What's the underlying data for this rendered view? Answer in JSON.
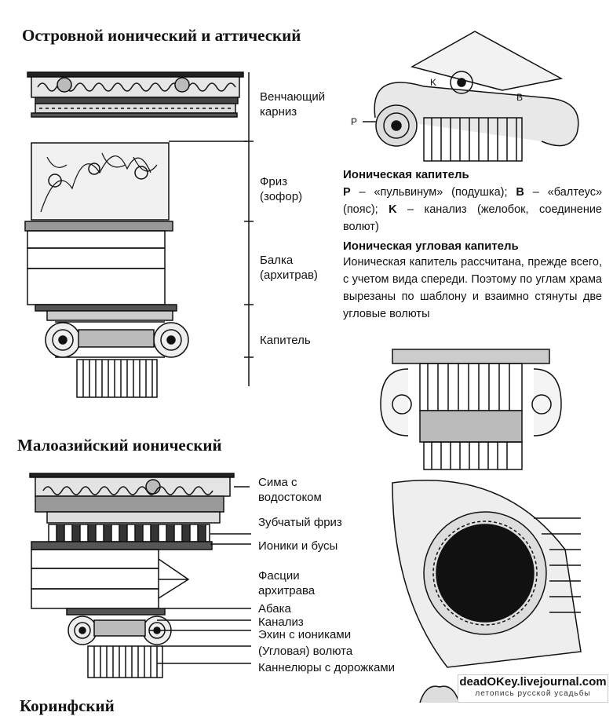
{
  "section1": {
    "title": "Островной ионический и аттический",
    "labels": [
      "Венчающий карниз",
      "Фриз (зофор)",
      "Балка (архитрав)",
      "Капитель"
    ]
  },
  "capital": {
    "letters": [
      "P",
      "K",
      "B"
    ],
    "title": "Ионическая капитель",
    "p_letter": "P",
    "p_text": " – «пульвинум» (подушка); ",
    "b_letter": "B",
    "b_text": " – «балтеус» (пояс); ",
    "k_letter": "K",
    "k_text": " – канализ (желобок, соединение волют)"
  },
  "corner": {
    "title": "Ионическая угловая капитель",
    "text": "Ионическая капитель рассчитана, прежде всего, с учетом вида спереди. Поэтому по углам храма вырезаны по шаблону и взаимно стянуты две угловые волюты"
  },
  "section2": {
    "title": "Малоазийский ионический",
    "labels": [
      "Сима с водостоком",
      "Зубчатый фриз",
      "Ионики и бусы",
      "Фасции архитрава",
      "Абака",
      "Канализ",
      "Эхин с иониками",
      "(Угловая) волюта",
      "Каннелюры с дорожками"
    ]
  },
  "section3": {
    "title": "Коринфский"
  },
  "watermark": {
    "main": "deadOKey.livejournal.com",
    "sub": "летопись русской усадьбы"
  }
}
